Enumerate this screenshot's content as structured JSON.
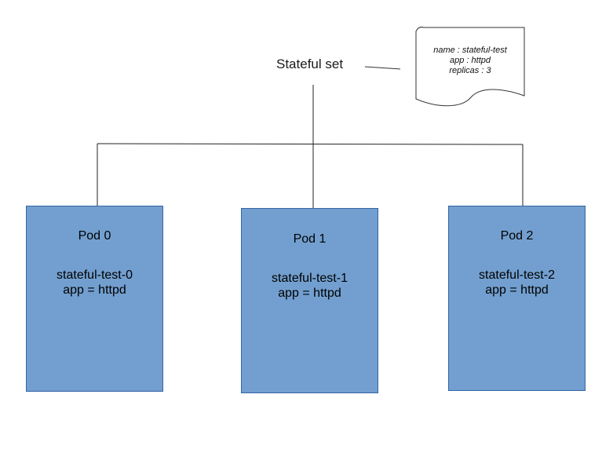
{
  "root": {
    "label": "Stateful set"
  },
  "spec_document": {
    "lines": [
      "name : stateful-test",
      "app : httpd",
      "replicas : 3"
    ]
  },
  "pods": [
    {
      "title": "Pod 0",
      "name": "stateful-test-0",
      "label": "app = httpd"
    },
    {
      "title": "Pod 1",
      "name": "stateful-test-1",
      "label": "app = httpd"
    },
    {
      "title": "Pod 2",
      "name": "stateful-test-2",
      "label": "app = httpd"
    }
  ],
  "colors": {
    "pod_fill": "#729fcf",
    "pod_border": "#3465a4",
    "line": "#222222"
  }
}
